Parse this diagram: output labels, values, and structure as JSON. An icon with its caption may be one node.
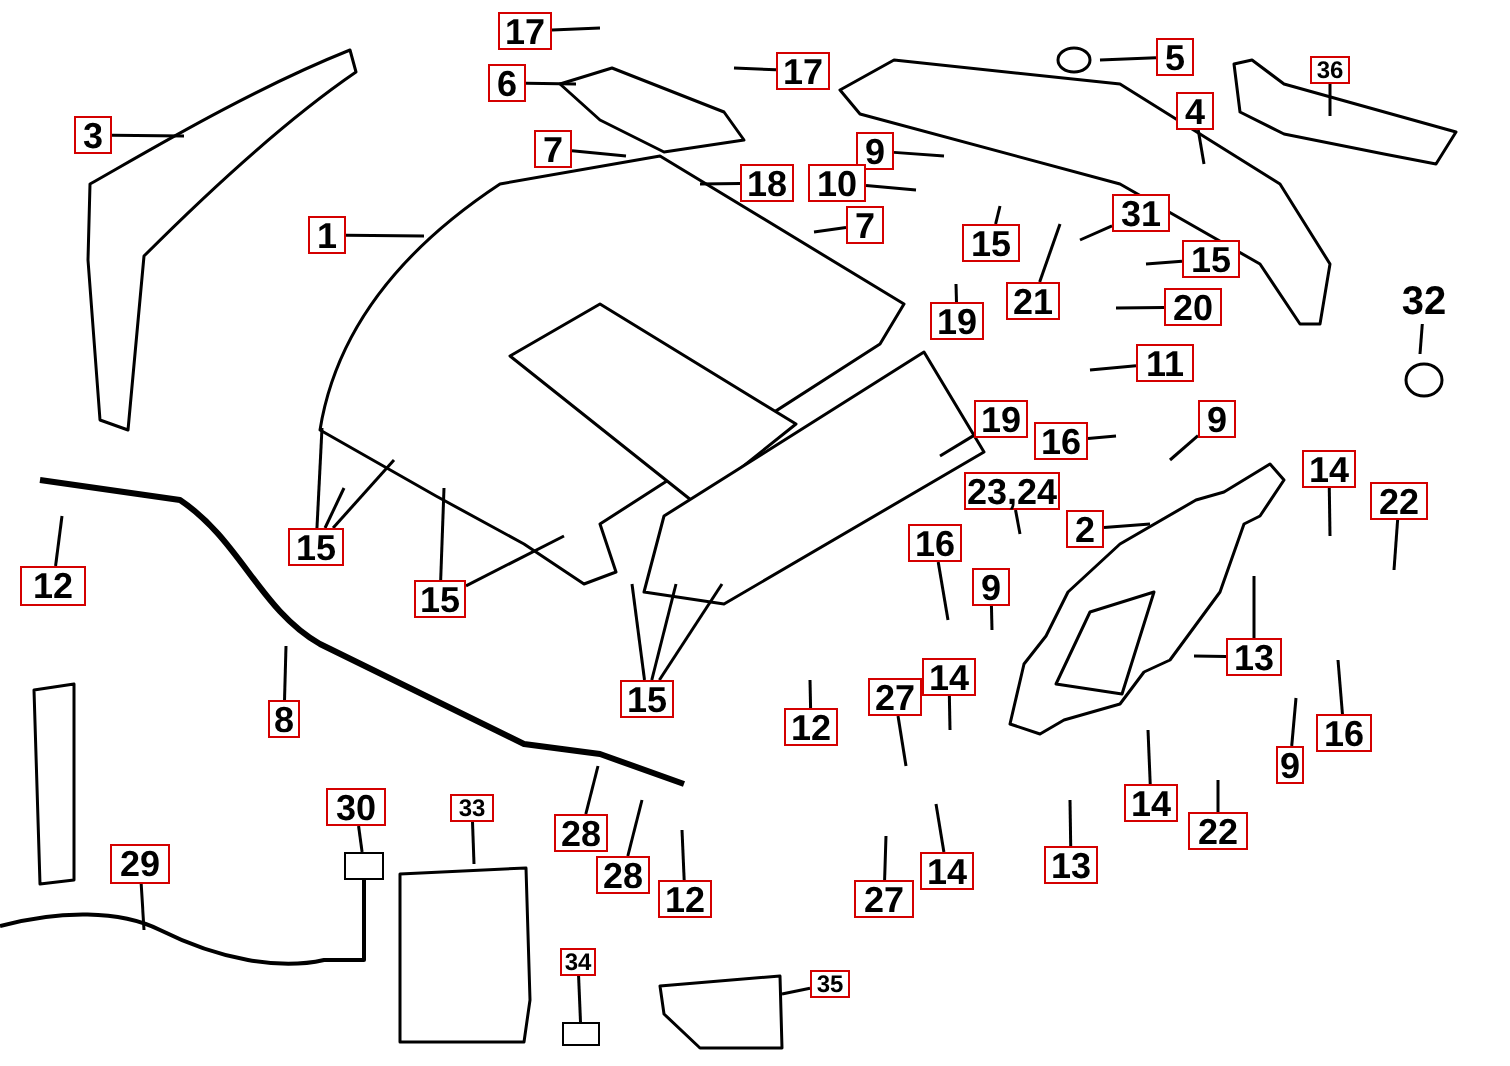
{
  "diagram": {
    "nodes": [
      {
        "text": [
          "17"
        ]
      },
      {
        "text": [
          "6"
        ]
      },
      {
        "text": [
          "17"
        ]
      },
      {
        "text": [
          "7"
        ]
      },
      {
        "text": [
          "18"
        ]
      },
      {
        "text": [
          "1"
        ]
      },
      {
        "text": [
          "3"
        ]
      },
      {
        "text": [
          "5"
        ]
      },
      {
        "text": [
          "36"
        ]
      },
      {
        "text": [
          "4"
        ]
      },
      {
        "text": [
          "9"
        ]
      },
      {
        "text": [
          "10"
        ]
      },
      {
        "text": [
          "7"
        ]
      },
      {
        "text": [
          "15"
        ]
      },
      {
        "text": [
          "31"
        ]
      },
      {
        "text": [
          "15"
        ]
      },
      {
        "text": [
          "21"
        ]
      },
      {
        "text": [
          "20"
        ]
      },
      {
        "text": [
          "19"
        ]
      },
      {
        "text": [
          "11"
        ]
      },
      {
        "text": [
          "32"
        ]
      },
      {
        "text": [
          "19"
        ]
      },
      {
        "text": [
          "16"
        ]
      },
      {
        "text": [
          "9"
        ]
      },
      {
        "text": [
          "23,24"
        ]
      },
      {
        "text": [
          "14"
        ]
      },
      {
        "text": [
          "22"
        ]
      },
      {
        "text": [
          "2"
        ]
      },
      {
        "text": [
          "16"
        ]
      },
      {
        "text": [
          "9"
        ]
      },
      {
        "text": [
          "13"
        ]
      },
      {
        "text": [
          "16"
        ]
      },
      {
        "text": [
          "9"
        ]
      },
      {
        "text": [
          "14"
        ]
      },
      {
        "text": [
          "27"
        ]
      },
      {
        "text": [
          "12"
        ]
      },
      {
        "text": [
          "14"
        ]
      },
      {
        "text": [
          "22"
        ]
      },
      {
        "text": [
          "13"
        ]
      },
      {
        "text": [
          "14"
        ]
      },
      {
        "text": [
          "27"
        ]
      },
      {
        "text": [
          "15"
        ]
      },
      {
        "text": [
          "15"
        ]
      },
      {
        "text": [
          "15"
        ]
      },
      {
        "text": [
          "12"
        ]
      },
      {
        "text": [
          "8"
        ]
      },
      {
        "text": [
          "28"
        ]
      },
      {
        "text": [
          "28"
        ]
      },
      {
        "text": [
          "12"
        ]
      },
      {
        "text": [
          "29"
        ]
      },
      {
        "text": [
          "30"
        ]
      },
      {
        "text": [
          "33"
        ]
      },
      {
        "text": [
          "34"
        ]
      },
      {
        "text": [
          "35"
        ]
      },
      {
        "text": [],
        "shape": "box"
      },
      {
        "text": [],
        "shape": "box"
      }
    ],
    "edges": [
      {
        "from": 0,
        "to": null,
        "arrow": "none"
      },
      {
        "from": 1,
        "to": null,
        "arrow": "none"
      },
      {
        "from": 2,
        "to": null,
        "arrow": "none"
      },
      {
        "from": 3,
        "to": null,
        "arrow": "none"
      },
      {
        "from": 4,
        "to": null,
        "arrow": "none"
      },
      {
        "from": 5,
        "to": null,
        "arrow": "none"
      },
      {
        "from": 6,
        "to": null,
        "arrow": "none"
      },
      {
        "from": 7,
        "to": null,
        "arrow": "none"
      },
      {
        "from": 8,
        "to": null,
        "arrow": "none"
      },
      {
        "from": 9,
        "to": null,
        "arrow": "none"
      },
      {
        "from": 10,
        "to": null,
        "arrow": "none"
      },
      {
        "from": 11,
        "to": null,
        "arrow": "none"
      },
      {
        "from": 12,
        "to": null,
        "arrow": "none"
      },
      {
        "from": 13,
        "to": null,
        "arrow": "none"
      },
      {
        "from": 14,
        "to": null,
        "arrow": "none"
      },
      {
        "from": 15,
        "to": null,
        "arrow": "none"
      },
      {
        "from": 16,
        "to": null,
        "arrow": "none"
      },
      {
        "from": 17,
        "to": null,
        "arrow": "none"
      },
      {
        "from": 18,
        "to": null,
        "arrow": "none"
      },
      {
        "from": 19,
        "to": null,
        "arrow": "none"
      },
      {
        "from": 20,
        "to": null,
        "arrow": "none"
      },
      {
        "from": 21,
        "to": null,
        "arrow": "none"
      },
      {
        "from": 22,
        "to": null,
        "arrow": "none"
      },
      {
        "from": 23,
        "to": null,
        "arrow": "none"
      },
      {
        "from": 24,
        "to": null,
        "arrow": "none"
      },
      {
        "from": 25,
        "to": null,
        "arrow": "none"
      },
      {
        "from": 26,
        "to": null,
        "arrow": "none"
      },
      {
        "from": 27,
        "to": null,
        "arrow": "none"
      },
      {
        "from": 28,
        "to": null,
        "arrow": "none"
      },
      {
        "from": 29,
        "to": null,
        "arrow": "none"
      },
      {
        "from": 30,
        "to": null,
        "arrow": "none"
      },
      {
        "from": 30,
        "to": null,
        "arrow": "none"
      },
      {
        "from": 31,
        "to": null,
        "arrow": "none"
      },
      {
        "from": 32,
        "to": null,
        "arrow": "none"
      },
      {
        "from": 33,
        "to": null,
        "arrow": "none"
      },
      {
        "from": 34,
        "to": null,
        "arrow": "none"
      },
      {
        "from": 35,
        "to": null,
        "arrow": "none"
      },
      {
        "from": 36,
        "to": null,
        "arrow": "none"
      },
      {
        "from": 37,
        "to": null,
        "arrow": "none"
      },
      {
        "from": 38,
        "to": null,
        "arrow": "none"
      },
      {
        "from": 39,
        "to": null,
        "arrow": "none"
      },
      {
        "from": 40,
        "to": null,
        "arrow": "none"
      },
      {
        "from": 41,
        "to": null,
        "arrow": "none"
      },
      {
        "from": 41,
        "to": null,
        "arrow": "none"
      },
      {
        "from": 41,
        "to": null,
        "arrow": "none"
      },
      {
        "from": 42,
        "to": null,
        "arrow": "none"
      },
      {
        "from": 42,
        "to": null,
        "arrow": "none"
      },
      {
        "from": 43,
        "to": null,
        "arrow": "none"
      },
      {
        "from": 43,
        "to": null,
        "arrow": "none"
      },
      {
        "from": 43,
        "to": null,
        "arrow": "none"
      },
      {
        "from": 44,
        "to": null,
        "arrow": "none"
      },
      {
        "from": 45,
        "to": null,
        "arrow": "none"
      },
      {
        "from": 46,
        "to": null,
        "arrow": "none"
      },
      {
        "from": 47,
        "to": null,
        "arrow": "none"
      },
      {
        "from": 48,
        "to": null,
        "arrow": "none"
      },
      {
        "from": 49,
        "to": null,
        "arrow": "none"
      },
      {
        "from": 50,
        "to": 54,
        "arrow": "none"
      },
      {
        "from": 51,
        "to": null,
        "arrow": "none"
      },
      {
        "from": 52,
        "to": 55,
        "arrow": "none"
      },
      {
        "from": 53,
        "to": null,
        "arrow": "none"
      }
    ]
  }
}
